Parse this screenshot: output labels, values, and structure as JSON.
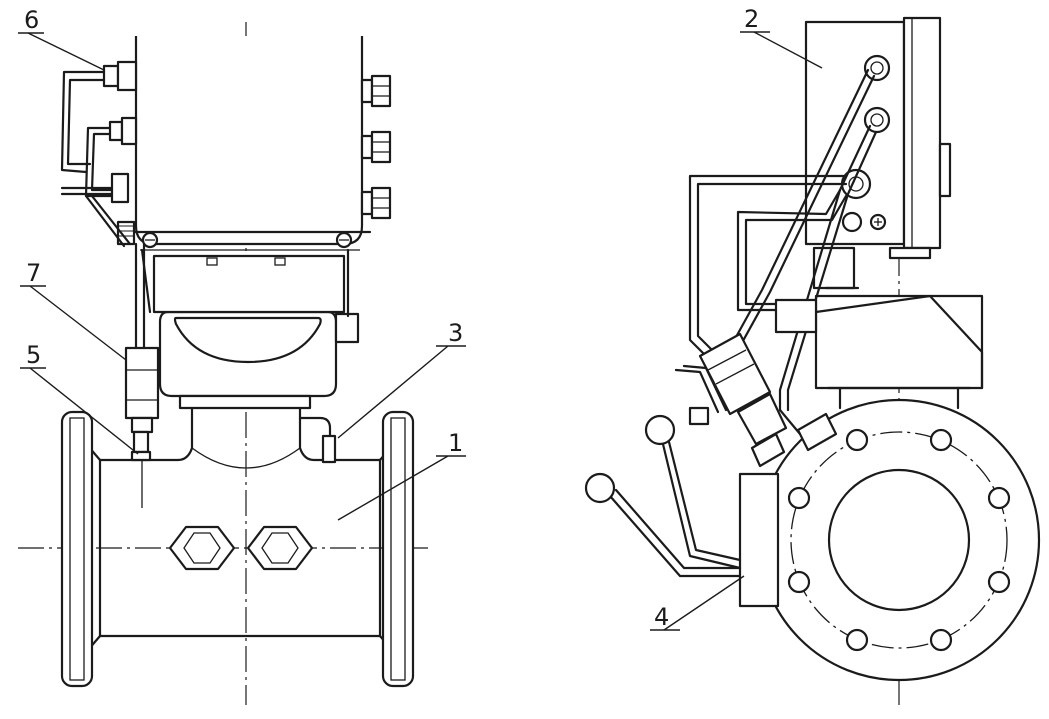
{
  "callouts": {
    "c1": "1",
    "c2": "2",
    "c3": "3",
    "c4": "4",
    "c5": "5",
    "c6": "6",
    "c7": "7"
  },
  "colors": {
    "ink": "#1b1b1b",
    "paper": "#ffffff"
  }
}
